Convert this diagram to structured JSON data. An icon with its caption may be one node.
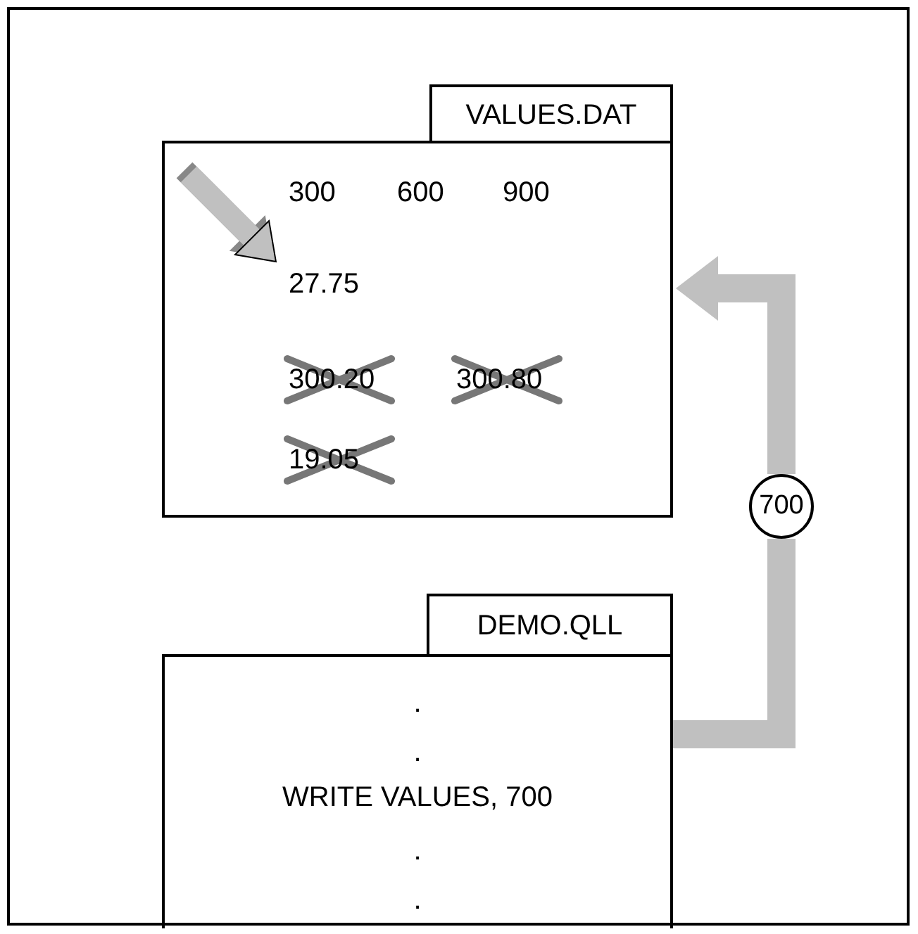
{
  "diagram": {
    "nodes": [
      {
        "text": [
          "VALUES.DAT"
        ]
      },
      {
        "text": [
          "27.75"
        ],
        "in": 0
      },
      {
        "text": [
          "DEMO.QLL",
          ".",
          ".",
          "WRITE VALUES, 700",
          ".",
          "."
        ]
      },
      {
        "text": [
          "700"
        ]
      }
    ],
    "edges": [
      {
        "from": 2,
        "to": 3,
        "arrow": "none"
      },
      {
        "from": 3,
        "to": 0,
        "arrow": "to"
      },
      {
        "from": null,
        "to": 1,
        "arrow": "to"
      }
    ],
    "labels": [
      "300",
      "600",
      "900",
      "300.20",
      "300.80",
      "19.05"
    ]
  }
}
